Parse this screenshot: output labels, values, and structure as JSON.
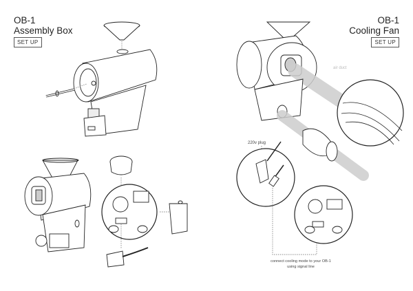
{
  "pages": {
    "left": {
      "model": "OB-1",
      "subtitle": "Assembly Box",
      "button": "SET UP"
    },
    "right": {
      "model": "OB-1",
      "subtitle": "Cooling Fan",
      "button": "SET UP",
      "labels": {
        "air_duct": "air duct",
        "plug": "220v plug",
        "note": "connect cooling mode to your OB-1 using signal line"
      }
    }
  },
  "colors": {
    "line": "#222222",
    "duct_fill": "#dcdcdc",
    "background": "#ffffff"
  }
}
